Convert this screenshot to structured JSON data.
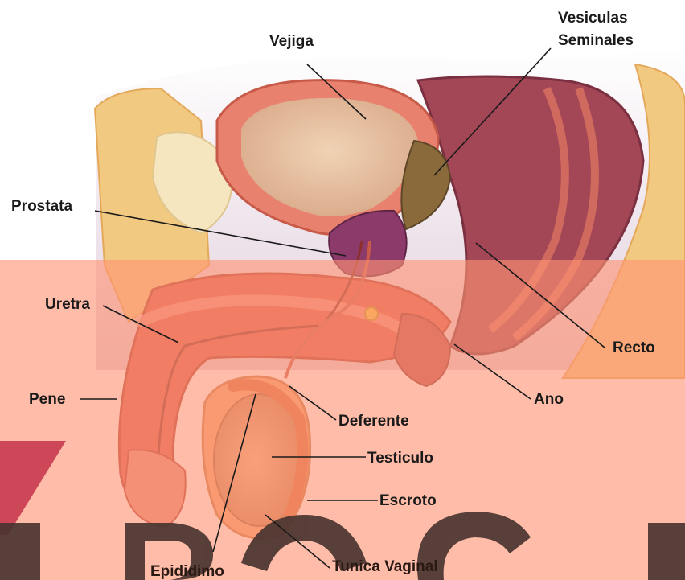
{
  "labels": {
    "vejiga": "Vejiga",
    "vesiculas_line1": "Vesiculas",
    "vesiculas_line2": "Seminales",
    "prostata": "Prostata",
    "uretra": "Uretra",
    "recto": "Recto",
    "pene": "Pene",
    "ano": "Ano",
    "deferente": "Deferente",
    "testiculo": "Testiculo",
    "escroto": "Escroto",
    "epididimo": "Epididimo",
    "tunica_vaginal": "Tunica Vaginal"
  },
  "colors": {
    "background": "#ffffff",
    "overlay": "#ff9474",
    "watermark_letters": "#4a3430",
    "watermark_mark": "#c4324a",
    "tissue_fat": "#f2c980",
    "tissue_muscle": "#d9574a",
    "bladder_wall": "#e8826f",
    "bladder_inside": "#e9c1a0",
    "prostate": "#8c3a6a",
    "rectum_dark": "#7a3040",
    "testis": "#e2a070"
  }
}
